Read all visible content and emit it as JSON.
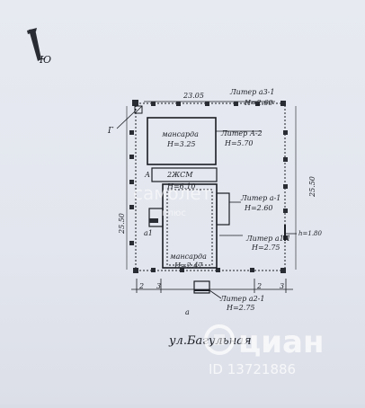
{
  "compass": {
    "label": "Ю"
  },
  "dimensions": {
    "top_width": "23.05",
    "left_height": "25.50",
    "right_height": "25.50",
    "corner_label": "Г"
  },
  "labels": {
    "a3": {
      "name": "Литер а3-1",
      "height": "H=2.60"
    },
    "A2": {
      "name": "Литер А-2",
      "height": "H=5.70"
    },
    "mansard_top": {
      "name": "мансарда",
      "height": "H=3.25"
    },
    "a_section": "А",
    "zhsm": {
      "name": "2ЖСМ",
      "height": "H=6.10"
    },
    "a1_right": {
      "name": "Литер а-1",
      "height": "H=2.60"
    },
    "a1_side": "а1",
    "a1_1": {
      "name": "Литер а1-1",
      "height": "H=2.75"
    },
    "h_right": "h=1.80",
    "mansard_bottom": {
      "name": "мансарда",
      "height": "H=2.47"
    },
    "a2": {
      "name": "Литер а2-1",
      "height": "H=2.75"
    },
    "letter_a": "а",
    "bottom_marks": [
      "2",
      "3",
      "2",
      "3"
    ]
  },
  "street": "ул.Багульная",
  "watermarks": {
    "center": "самолет",
    "center2": "плюс",
    "logo": "циан",
    "id": "ID 13721886"
  }
}
